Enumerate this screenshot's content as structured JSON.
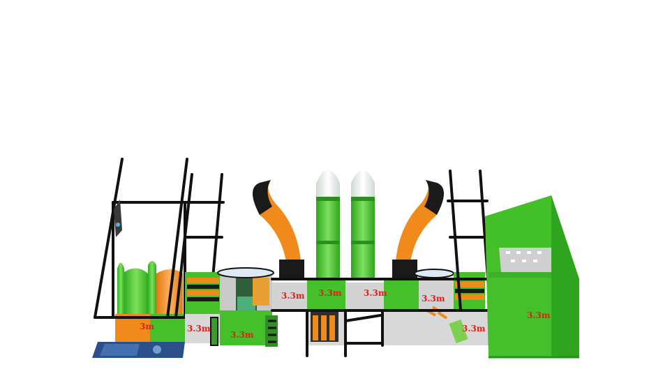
{
  "labels": {
    "left_bottom": "3m",
    "left_block": "3.3m",
    "center_left_low": "3.3m",
    "center_a": "3.3m",
    "center_b": "3.3m",
    "center_c": "3.3m",
    "right_upper": "3.3m",
    "right_lower": "3.3m",
    "far_right": "3.3m"
  },
  "colors": {
    "green": "#3fbf2a",
    "green_dark": "#2a8f1c",
    "orange": "#f28a1a",
    "frame": "#111111",
    "panel": "#d9d9d9",
    "dimension_text": "#e0201a"
  }
}
